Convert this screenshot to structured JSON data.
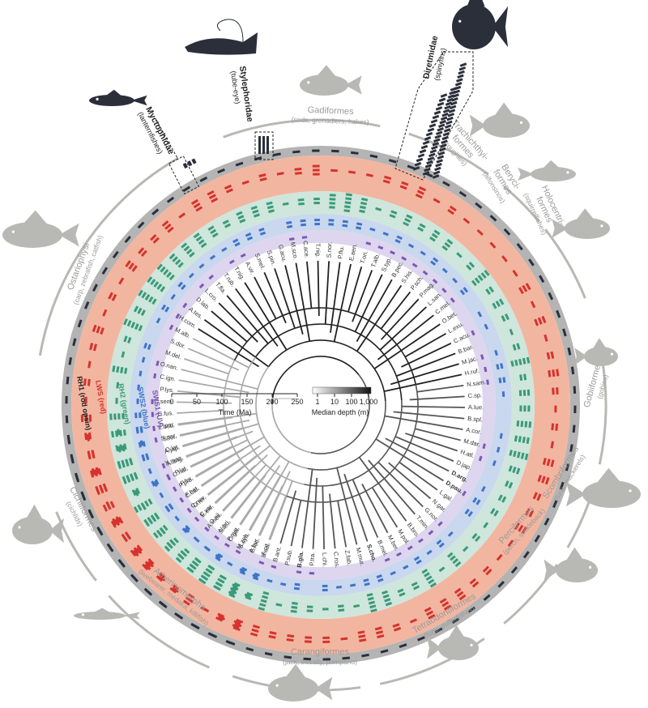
{
  "colors": {
    "outer_ring": "#b4b4b4",
    "lws_ring": "#f2b6a0",
    "rh2_ring": "#cfe6dc",
    "sws2_ring": "#c9d8ee",
    "sws1_ring": "#ddd6ee",
    "rh1_gene": "#2a2f3a",
    "lws_gene": "#d6322e",
    "rh2_gene": "#3a9a7a",
    "sws2_gene": "#3f74c8",
    "sws1_gene": "#7b58b5",
    "group_gray": "#b8b8b4",
    "highlight_dark": "#222222"
  },
  "rings": [
    {
      "key": "rh1",
      "label": "RH1 (rod opsin)"
    },
    {
      "key": "lws",
      "label": "LWS (red)"
    },
    {
      "key": "rh2",
      "label": "RH2 (green)"
    },
    {
      "key": "sws2",
      "label": "SWS2 (blue)"
    },
    {
      "key": "sws1",
      "label": "SWS1 (UV)"
    }
  ],
  "groups": [
    {
      "name": "Gadiformes",
      "sub": "(cods, grenadiers, hakes)"
    },
    {
      "name": "Trachichthyi-\nformes",
      "sub": "(roughies)"
    },
    {
      "name": "Beryci-\nformes",
      "sub": "(alfonsinos)"
    },
    {
      "name": "Holocentri-\nformes",
      "sub": "(squirrelfishes)"
    },
    {
      "name": "Gobiiformes",
      "sub": "(gobies)"
    },
    {
      "name": "Scombriformes",
      "sub": "(tuna, mackerels)"
    },
    {
      "name": "Perciformes",
      "sub": "(perch, stickleback)"
    },
    {
      "name": "Tetraodontiformes",
      "sub": "(fugu, pufferfishes)"
    },
    {
      "name": "Carangiformes",
      "sub": "(jack, trevally, pompano)"
    },
    {
      "name": "Atherinomorpha",
      "sub": "(livebearer, medaka, killifish)"
    },
    {
      "name": "Cichliformes",
      "sub": "(cichlids)"
    },
    {
      "name": "Ostariophysi",
      "sub": "(carp, zebrafish, catfish)"
    }
  ],
  "highlights": [
    {
      "name": "Myctophidae",
      "sub": "(lanternfishes)"
    },
    {
      "name": "Stylephoridae",
      "sub": "(tube-eye)"
    },
    {
      "name": "Diretmidae",
      "sub": "(spinyfins)"
    }
  ],
  "tips": [
    "A.cit.",
    "A.bur.",
    "M.zeb.",
    "P.nye.",
    "N.bri.",
    "O.nil.",
    "C.var.",
    "C.nev.",
    "F.het.",
    "P.for.",
    "P.lat.",
    "X.mac.",
    "O.lat.",
    "S.par.",
    "P.par.",
    "C.fus.",
    "C.sem.",
    "P.lys.",
    "C.ign.",
    "O.nan.",
    "M.del.",
    "S.dor.",
    "M.alb.",
    "H.com.",
    "A.tes.",
    "D.lab.",
    "L.cro.",
    "T.fla.",
    "T.rub.",
    "T.nig.",
    "A.vir.",
    "S.mel.",
    "S.pin.",
    "G.acu.",
    "M.sco.",
    "C.ace.",
    "T.nig.",
    "S.nor.",
    "P.flu.",
    "E.aen.",
    "T.ori.",
    "T.alb.",
    "S.typ.",
    "B.pec.",
    "S.his.",
    "P.sch.",
    "P.mag.",
    "L.san.",
    "C.mel.",
    "O.bet.",
    "L.exu.",
    "C.acu.",
    "B.bar.",
    "M.jac.",
    "H.ruf.",
    "N.sam.",
    "C.sp.",
    "A.lue.",
    "B.spl.",
    "A.cor.",
    "M.dar.",
    "H.atl.",
    "D.jap.",
    "D.arg.",
    "D.pau.",
    "L.gal.",
    "N.gar.",
    "G.nor.",
    "T.min.",
    "B.bro.",
    "M.pol.",
    "M.ber.",
    "B.mel.",
    "S.cho.",
    "M.mur.",
    "Z.fab.",
    "C.ros.",
    "L.chi.",
    "P.tra.",
    "B.gla.",
    "P.sub.",
    "B.ant.",
    "B.sal.",
    "E.luc.",
    "S.syn.",
    "O.gal.",
    "S.leu.",
    "A.mex.",
    "E.ele.",
    "D.rer.",
    "C.car.",
    "P.pro.",
    "C.har.",
    "A.ang.",
    "A.jap.",
    "S.for.",
    "L.ocu."
  ],
  "legend": {
    "time_ticks": [
      "0",
      "50",
      "100",
      "150",
      "200",
      "250"
    ],
    "time_label": "Time (Ma)",
    "depth_ticks": [
      "1",
      "10",
      "100",
      "1,000"
    ],
    "depth_label": "Median depth (m)"
  }
}
